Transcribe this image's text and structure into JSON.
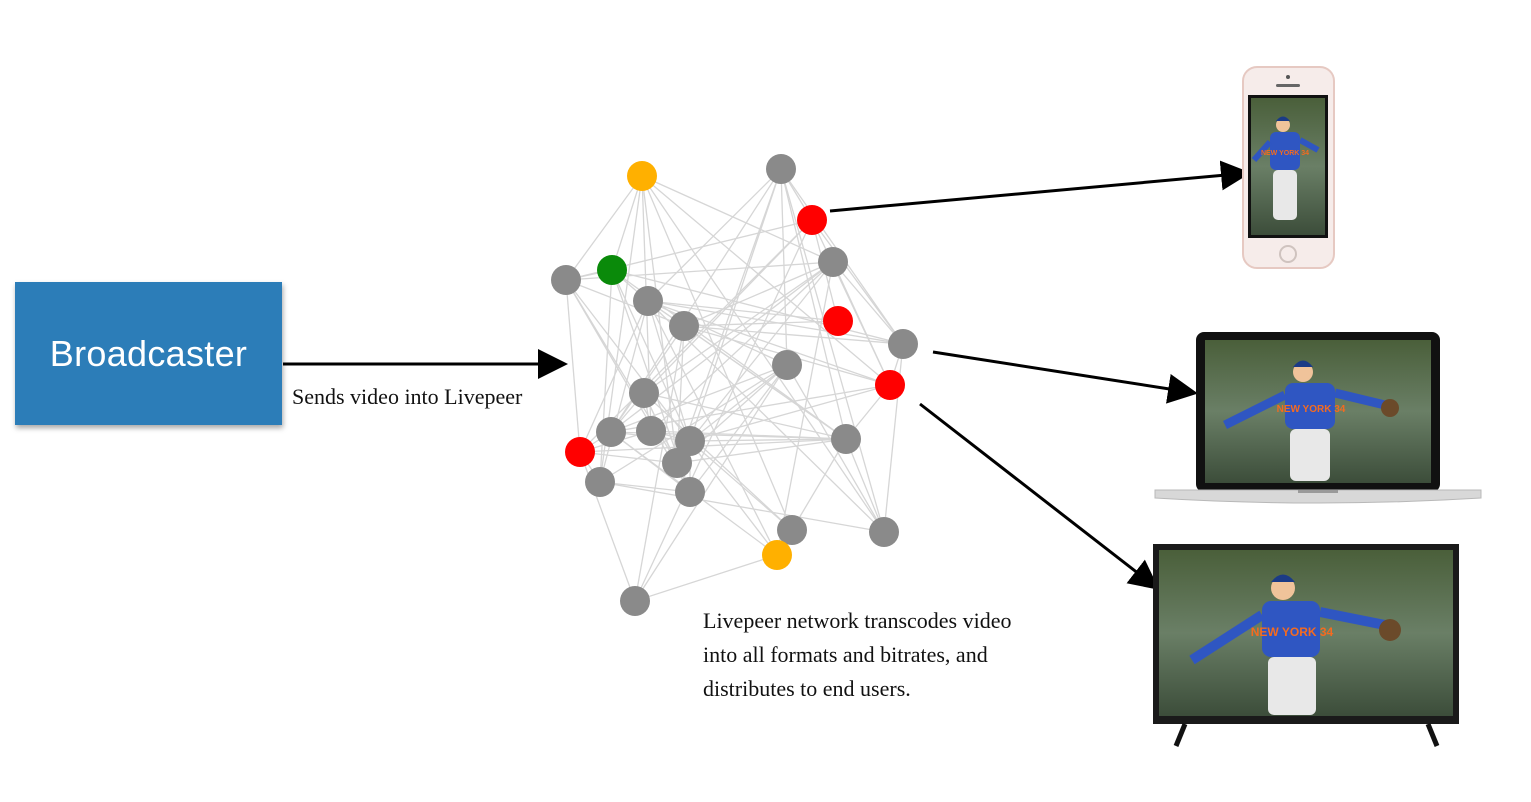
{
  "broadcaster": {
    "label": "Broadcaster",
    "color": "#2c7db8"
  },
  "captions": {
    "send": "Sends video into Livepeer",
    "network": "Livepeer network transcodes video into all formats and bitrates, and distributes to end users."
  },
  "colors": {
    "node_gray": "#8a8a8a",
    "node_red": "#ff0000",
    "node_orange": "#ffb000",
    "node_green": "#0a8a0a",
    "edge": "#d6d6d6"
  },
  "devices": [
    {
      "name": "phone",
      "icon": "smartphone-icon",
      "text": "NEW YORK 34"
    },
    {
      "name": "laptop",
      "icon": "laptop-icon",
      "text": "NEW YORK 34"
    },
    {
      "name": "tv",
      "icon": "tv-icon",
      "text": "NEW YORK 34"
    }
  ]
}
